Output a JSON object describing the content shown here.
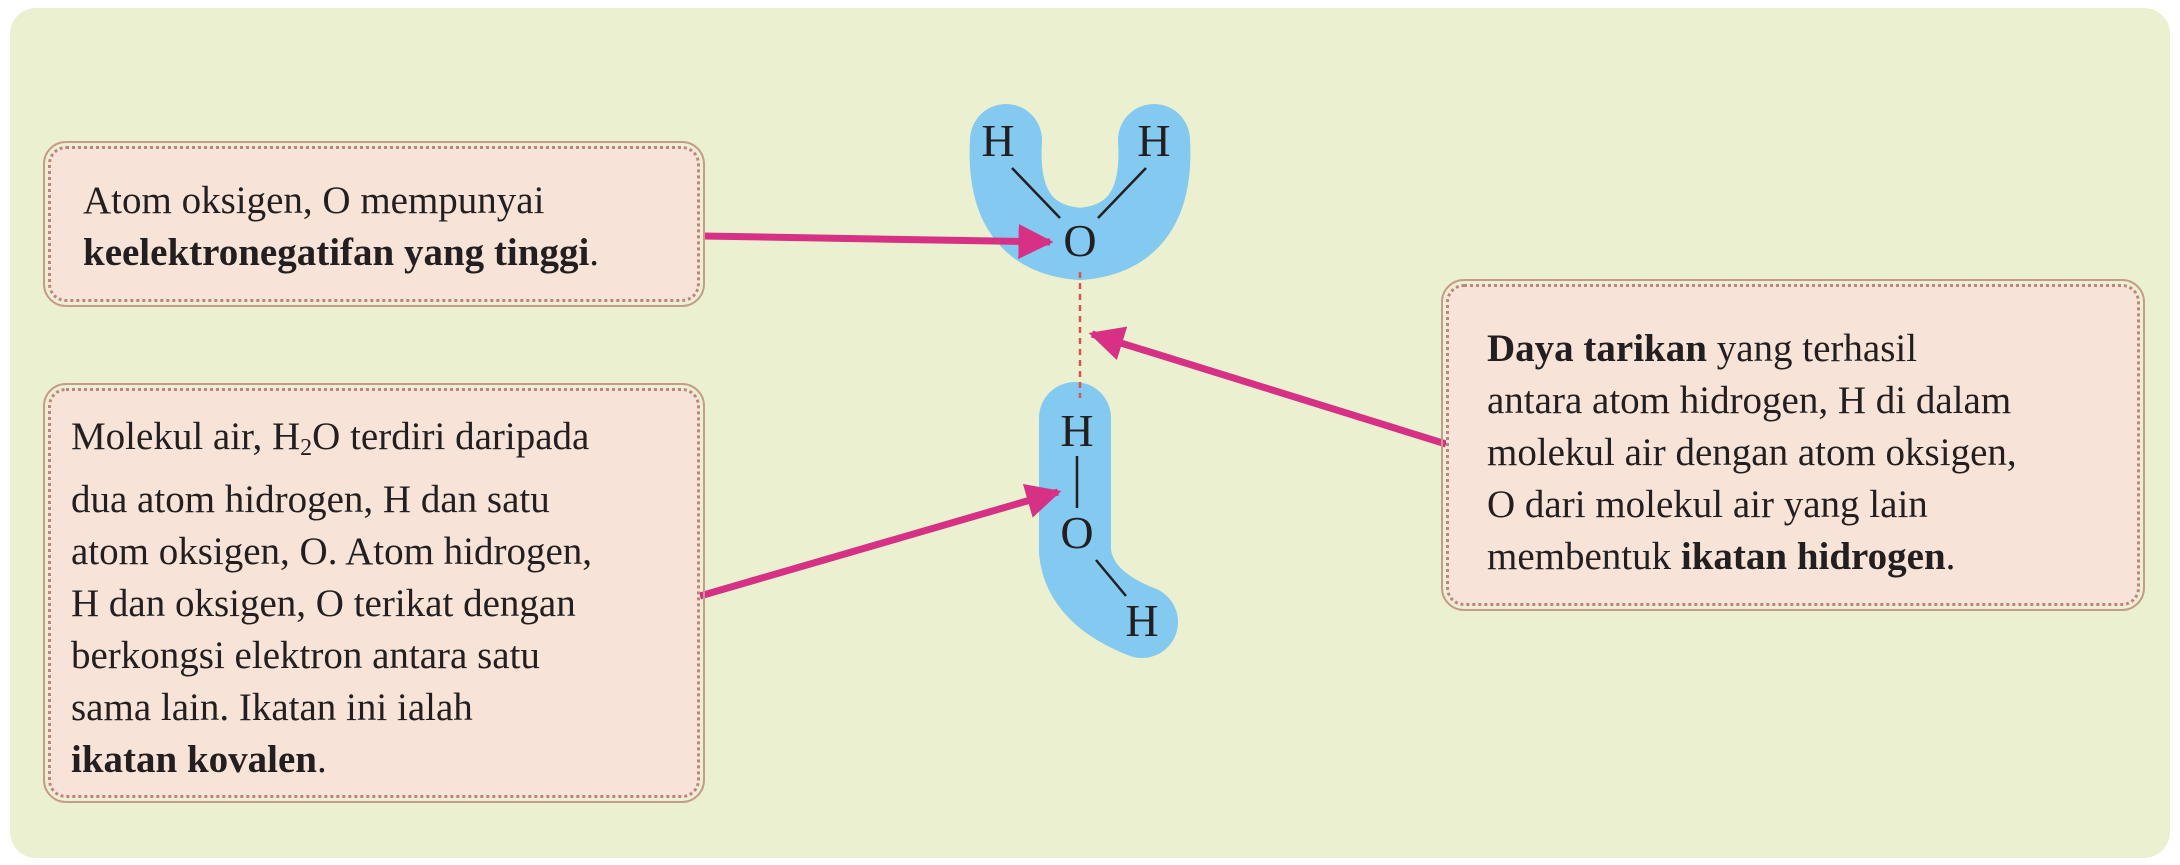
{
  "diagram": {
    "colors": {
      "panel_background": "#eaf0d0",
      "callout_fill": "#f7e3d8",
      "callout_border": "#b9877b",
      "molecule_highlight": "#84c9ef",
      "arrow": "#d63185",
      "hydrogen_bond_line": "#d9534f"
    },
    "molecule_top": {
      "h_left": "H",
      "h_right": "H",
      "o": "O"
    },
    "molecule_bottom": {
      "h_top": "H",
      "o": "O",
      "h_bottom": "H"
    },
    "callout_oxygen": {
      "line1": "Atom oksigen, O mempunyai",
      "line2_bold": "keelektronegatifan yang tinggi",
      "line2_end": "."
    },
    "callout_water": {
      "line1_pre": "Molekul air, H",
      "line1_sub": "2",
      "line1_post": "O terdiri daripada",
      "line2": "dua atom hidrogen, H dan satu",
      "line3": "atom oksigen, O. Atom hidrogen,",
      "line4": "H dan oksigen, O terikat dengan",
      "line5": "berkongsi elektron antara satu",
      "line6": "sama lain. Ikatan ini ialah",
      "line7_bold": "ikatan kovalen",
      "line7_end": "."
    },
    "callout_attraction": {
      "line1_bold": "Daya tarikan",
      "line1_end": " yang terhasil",
      "line2": "antara atom hidrogen, H di dalam",
      "line3": "molekul air dengan atom oksigen,",
      "line4": "O dari molekul air yang lain",
      "line5_pre": "membentuk ",
      "line5_bold": "ikatan hidrogen",
      "line5_end": "."
    }
  }
}
